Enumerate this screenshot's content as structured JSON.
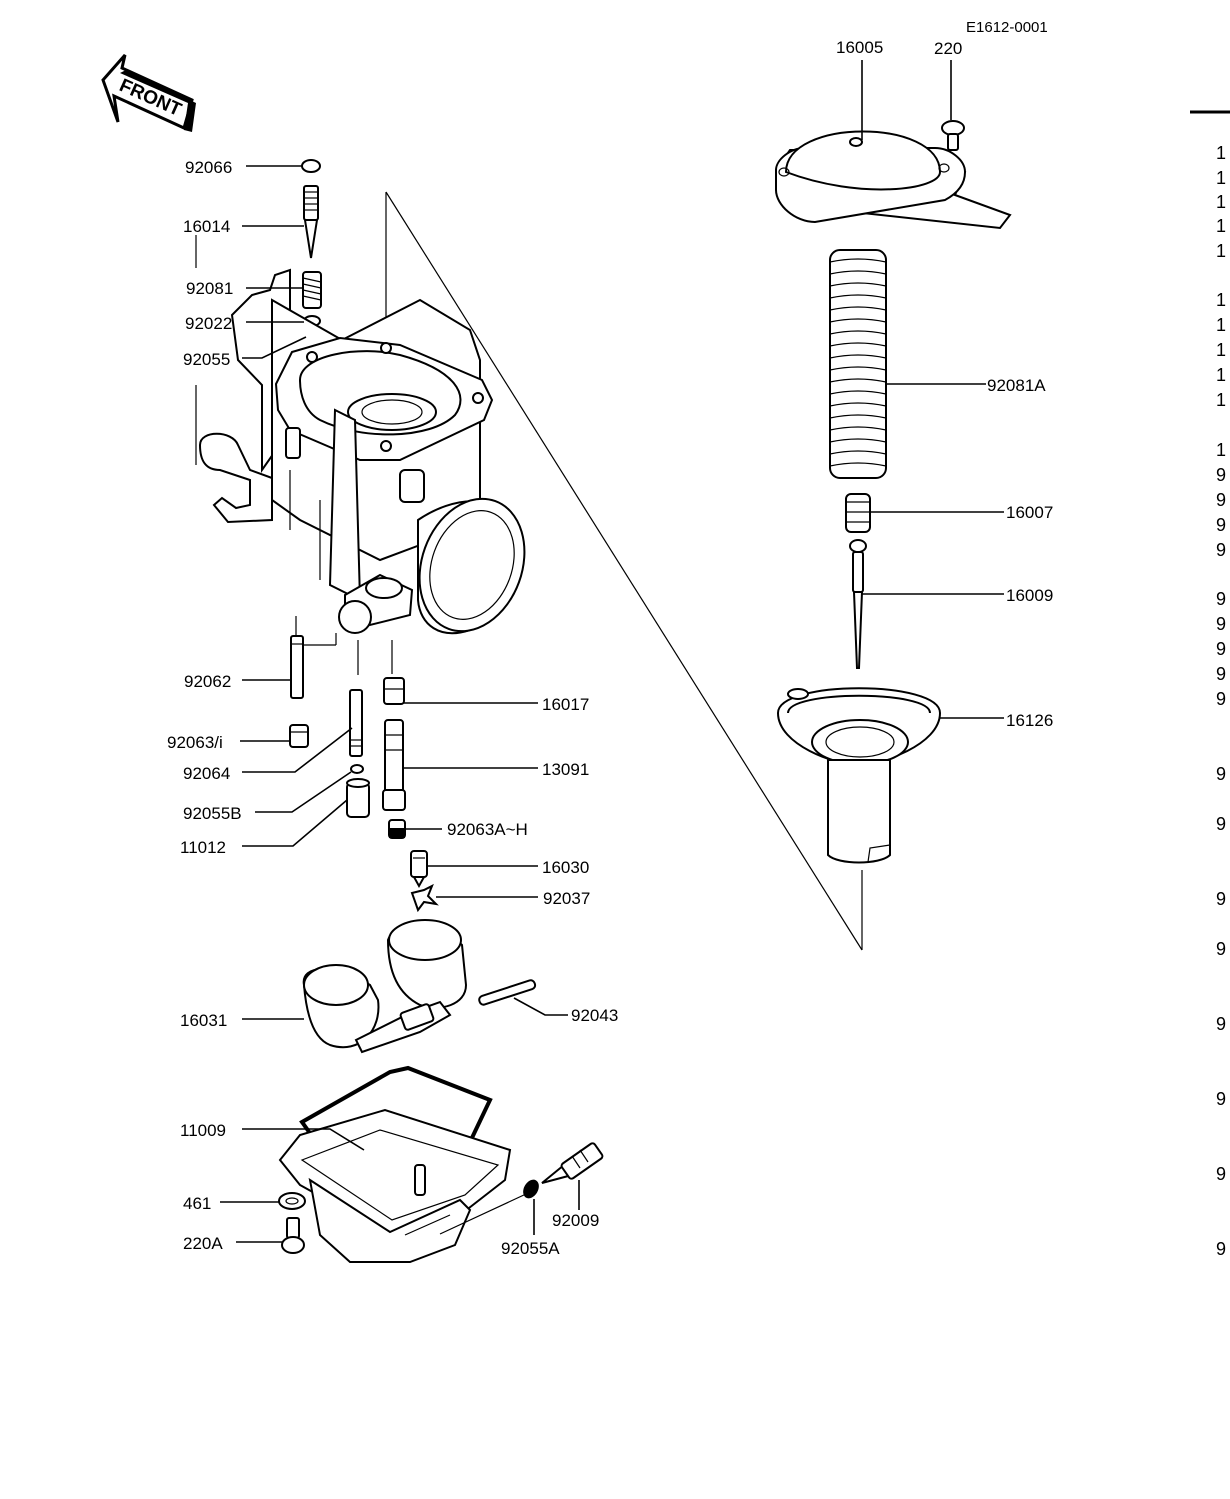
{
  "drawing_ref": "E1612-0001",
  "front_arrow": {
    "label": "FRONT"
  },
  "callouts": {
    "c92066": "92066",
    "c16014": "16014",
    "c92081": "92081",
    "c92022": "92022",
    "c92055": "92055",
    "c92062": "92062",
    "c92063i": "92063/i",
    "c92064": "92064",
    "c92055B": "92055B",
    "c11012": "11012",
    "c16017": "16017",
    "c13091": "13091",
    "c92063AH": "92063A~H",
    "c16030": "16030",
    "c92037": "92037",
    "c16031": "16031",
    "c92043": "92043",
    "c11009": "11009",
    "c461": "461",
    "c220A": "220A",
    "c92055A": "92055A",
    "c92009": "92009",
    "c16005": "16005",
    "c220": "220",
    "c92081A": "92081A",
    "c16007": "16007",
    "c16009": "16009",
    "c16126": "16126"
  },
  "right_edge_chars": [
    "1",
    "1",
    "1",
    "1",
    "1",
    "1",
    "1",
    "1",
    "1",
    "1",
    "1",
    "9",
    "9",
    "9",
    "9",
    "9",
    "9",
    "9",
    "9",
    "9",
    "9",
    "9",
    "9",
    "9",
    "9",
    "9",
    "9",
    "9"
  ]
}
